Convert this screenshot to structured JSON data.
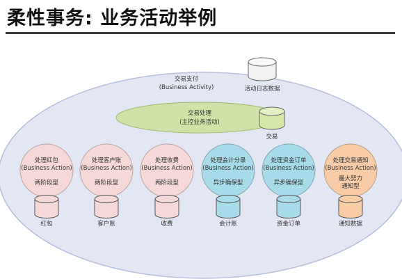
{
  "title": "柔性事务: 业务活动举例",
  "activity": {
    "name": "交易支付",
    "sub": "(Business Activity)",
    "log_db": "活动日志数据"
  },
  "main_service": {
    "name": "交易处理",
    "sub": "(主控业务活动)",
    "db": "交易"
  },
  "actions": [
    {
      "name": "处理红包",
      "sub": "(Business Action)",
      "type": "两阶段型",
      "db": "红包",
      "color": "#f6d8d8",
      "db_color": "#f6d8d8"
    },
    {
      "name": "处理客户账",
      "sub": "(Business Action)",
      "type": "两阶段型",
      "db": "客户账",
      "color": "#f6d8d8",
      "db_color": "#f6d8d8"
    },
    {
      "name": "处理收费",
      "sub": "(Business Action)",
      "type": "两阶段型",
      "db": "收费",
      "color": "#f6d8d8",
      "db_color": "#f6d8d8"
    },
    {
      "name": "处理会计分录",
      "sub": "(Business Action)",
      "type": "异步确保型",
      "db": "会计账",
      "color": "#a8dbea",
      "db_color": "#a8dbea"
    },
    {
      "name": "处理资金订单",
      "sub": "(Business Action)",
      "type": "异步确保型",
      "db": "资金订单",
      "color": "#a8dbea",
      "db_color": "#a8dbea"
    },
    {
      "name": "处理交易通知",
      "sub": "(Business Action)",
      "type": "最大努力\n通知型",
      "db": "通知数据",
      "color": "#f8cca6",
      "db_color": "#f8cca6"
    }
  ],
  "colors": {
    "big_ellipse_fill": "#e3e6f3",
    "main_ellipse_fill": "#cfe3a8",
    "main_db_fill": "#d6e8a8",
    "log_db_fill": "#f2f2f2"
  }
}
